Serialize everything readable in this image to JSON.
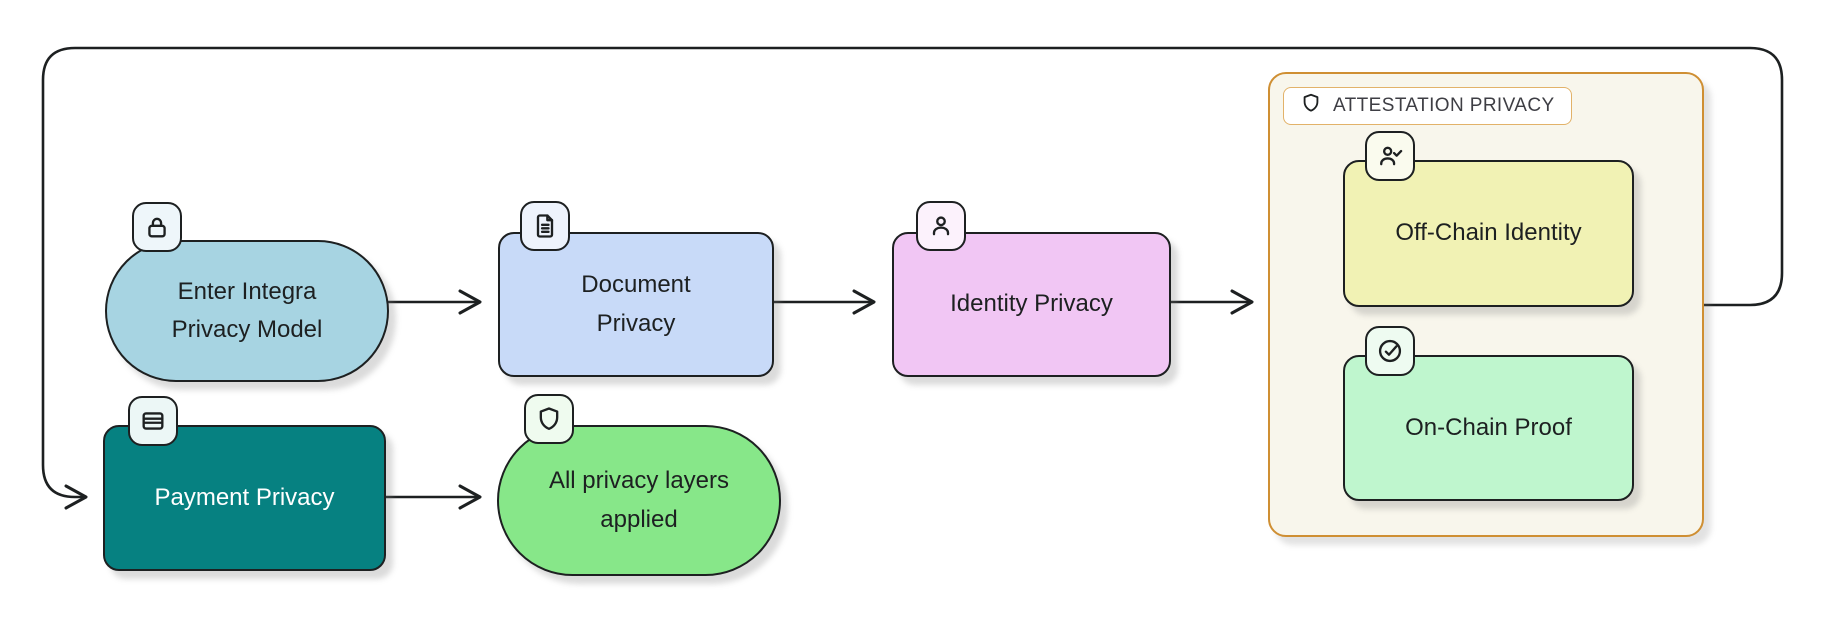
{
  "diagram": {
    "type": "flowchart",
    "background": "#ffffff",
    "edge_color": "#1d2021",
    "nodes": {
      "enter": {
        "line1": "Enter Integra",
        "line2": "Privacy Model",
        "shape": "stadium",
        "fill": "#a7d4e2",
        "icon": "lock-icon"
      },
      "document": {
        "line1": "Document",
        "line2": "Privacy",
        "shape": "rect",
        "fill": "#c8daf8",
        "icon": "file-text-icon"
      },
      "identity": {
        "line1": "Identity Privacy",
        "shape": "rect",
        "fill": "#f1c6f4",
        "icon": "user-icon"
      },
      "offchain": {
        "line1": "Off-Chain Identity",
        "shape": "rect",
        "fill": "#f1f2b4",
        "icon": "user-check-icon"
      },
      "onchain": {
        "line1": "On-Chain Proof",
        "shape": "rect",
        "fill": "#bff6ce",
        "icon": "circle-check-icon"
      },
      "payment": {
        "line1": "Payment Privacy",
        "shape": "rect",
        "fill": "#068181",
        "text_color": "#ffffff",
        "icon": "credit-card-icon"
      },
      "applied": {
        "line1": "All privacy layers",
        "line2": "applied",
        "shape": "stadium",
        "fill": "#87e789",
        "icon": "shield-icon"
      }
    },
    "subgraph": {
      "title": "ATTESTATION PRIVACY",
      "icon": "shield-icon",
      "fill": "#f8f6ec",
      "border_color": "#cf8f33",
      "children": [
        "offchain",
        "onchain"
      ]
    },
    "edges": [
      {
        "from": "enter",
        "to": "document"
      },
      {
        "from": "document",
        "to": "identity"
      },
      {
        "from": "identity",
        "to": "attestation-privacy"
      },
      {
        "from": "attestation-privacy",
        "to": "payment"
      },
      {
        "from": "payment",
        "to": "applied"
      }
    ]
  }
}
